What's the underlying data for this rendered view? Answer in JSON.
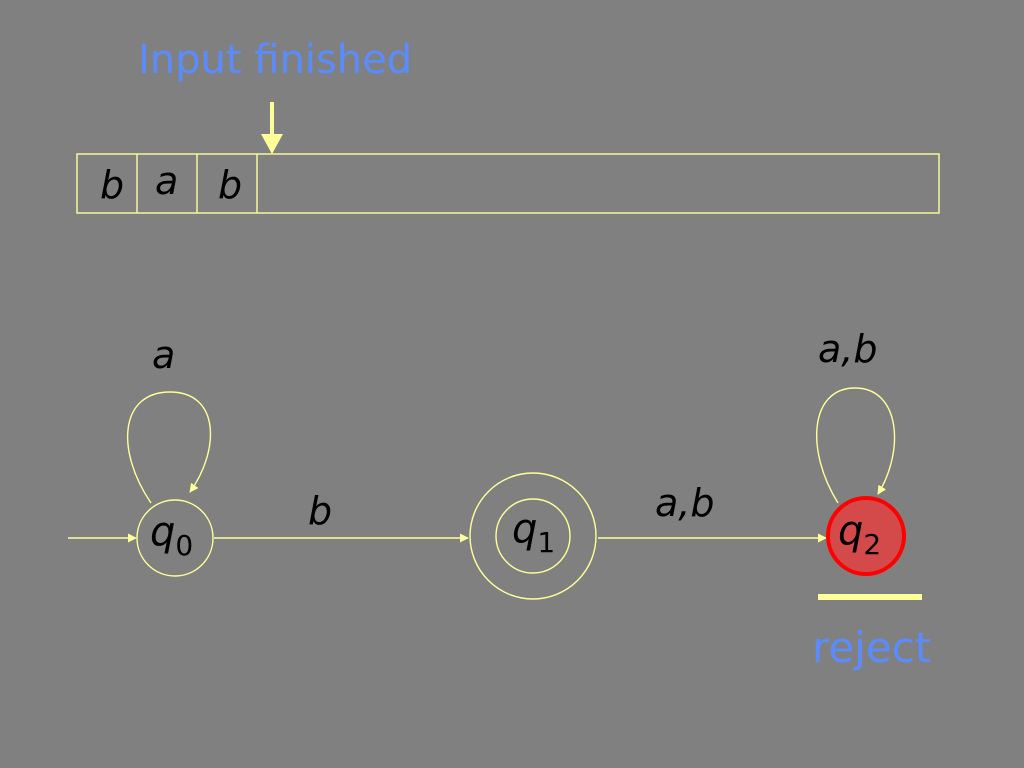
{
  "caption": "Input finished",
  "tape": {
    "cells": [
      "b",
      "a",
      "b"
    ]
  },
  "states": [
    {
      "id": "q0",
      "base": "q",
      "sub": "0",
      "accepting": false,
      "initial": true,
      "active": false
    },
    {
      "id": "q1",
      "base": "q",
      "sub": "1",
      "accepting": true,
      "initial": false,
      "active": false
    },
    {
      "id": "q2",
      "base": "q",
      "sub": "2",
      "accepting": false,
      "initial": false,
      "active": true
    }
  ],
  "transitions": [
    {
      "from": "q0",
      "to": "q0",
      "label": "a"
    },
    {
      "from": "q0",
      "to": "q1",
      "label": "b"
    },
    {
      "from": "q1",
      "to": "q2",
      "label": "a,b"
    },
    {
      "from": "q2",
      "to": "q2",
      "label": "a,b"
    }
  ],
  "result": "reject",
  "colors": {
    "background": "#808080",
    "line": "#ffff99",
    "caption": "#5b8cff",
    "active_state_fill": "#d44a4a",
    "active_state_stroke": "#ff0000"
  }
}
